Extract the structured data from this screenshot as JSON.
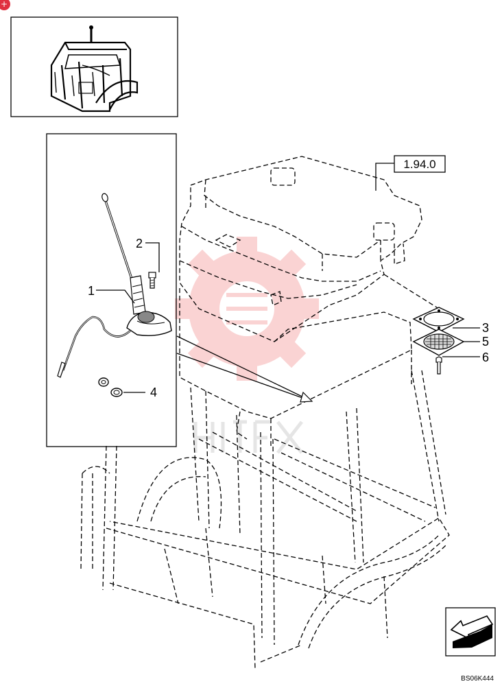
{
  "corner_badge": "+",
  "reference_box": "1.94.0",
  "callouts": {
    "c1": "1",
    "c2": "2",
    "c3": "3",
    "c4": "4",
    "c5": "5",
    "c6": "6"
  },
  "drawing_code": "BS06K444",
  "icons": {
    "corner": "plus-badge-icon",
    "nav": "next-page-arrow-icon"
  },
  "colors": {
    "badge": "#e03040",
    "watermark": "#f4a0a0",
    "line": "#000000"
  }
}
